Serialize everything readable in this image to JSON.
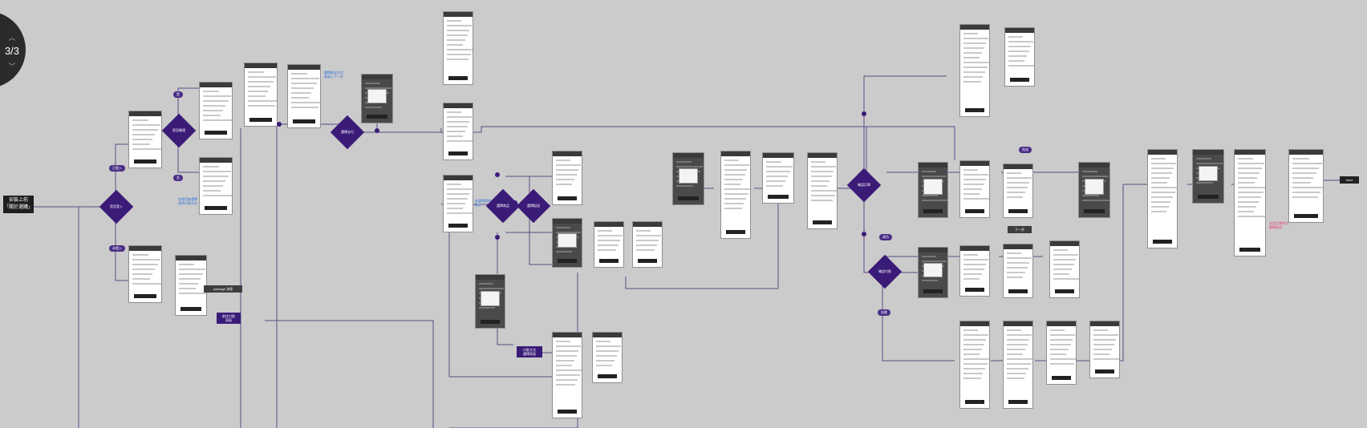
{
  "pager": {
    "label": "3/3",
    "up": "︿",
    "down": "﹀"
  },
  "start": {
    "label": "安裝上前\n「關於選購」",
    "caption": ""
  },
  "colors": {
    "background": "#cbcbcb",
    "node": "#3b1b78",
    "pill": "#4a2d86",
    "line": "#5a4e86",
    "note": "#2f6fd8"
  },
  "decisions": [
    {
      "id": "d1",
      "label": "是否登入"
    },
    {
      "id": "d2",
      "label": "是否驗證"
    },
    {
      "id": "d3",
      "label": "選擇支付"
    },
    {
      "id": "d4",
      "label": "選擇商品"
    },
    {
      "id": "d5",
      "label": "選擇配送"
    },
    {
      "id": "d6",
      "label": "確認訂單"
    },
    {
      "id": "d7",
      "label": "確認付款"
    }
  ],
  "pills": [
    {
      "id": "p1",
      "label": "已登入"
    },
    {
      "id": "p2",
      "label": "未登入"
    },
    {
      "id": "p3",
      "label": "是"
    },
    {
      "id": "p4",
      "label": "否"
    },
    {
      "id": "p5",
      "label": "成功"
    },
    {
      "id": "p6",
      "label": "失敗"
    },
    {
      "id": "p7",
      "label": "完成"
    }
  ],
  "boxes": [
    {
      "id": "b1",
      "label": "package 流程"
    },
    {
      "id": "b2",
      "label": "前往付款\n頁面"
    },
    {
      "id": "b3",
      "label": "付款方式\n選擇頁面"
    },
    {
      "id": "b4",
      "label": "下一步"
    },
    {
      "id": "b5",
      "label": "done"
    }
  ],
  "notes": [
    {
      "id": "n1",
      "text": "若使用者選擇\n其他付款方式"
    },
    {
      "id": "n2",
      "text": "選擇配送方式\n後進入下一步"
    },
    {
      "id": "n3",
      "text": "若選擇超商\n取貨"
    },
    {
      "id": "n4",
      "text": "送出訂單成功\n跳轉頁面"
    }
  ]
}
